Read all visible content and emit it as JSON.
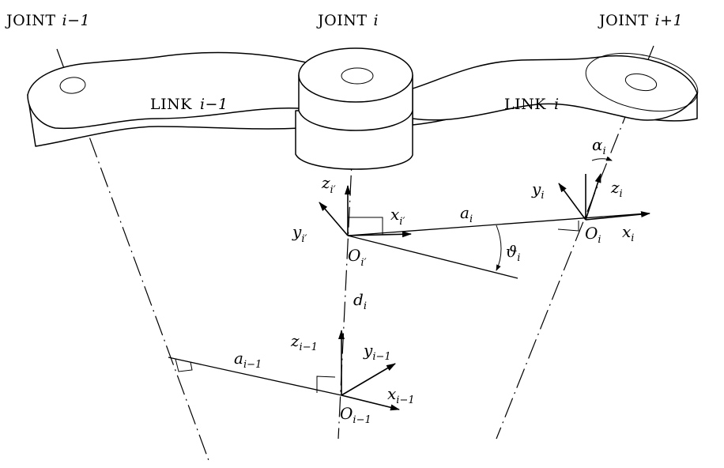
{
  "joints": {
    "prev": {
      "word": "JOINT",
      "idx": "i−1"
    },
    "curr": {
      "word": "JOINT",
      "idx": "i"
    },
    "next": {
      "word": "JOINT",
      "idx": "i+1"
    }
  },
  "links": {
    "prev": {
      "word": "LINK",
      "idx": "i−1"
    },
    "curr": {
      "word": "LINK",
      "idx": "i"
    }
  },
  "frame_i": {
    "z": {
      "base": "z",
      "sub": "i"
    },
    "y": {
      "base": "y",
      "sub": "i"
    },
    "x": {
      "base": "x",
      "sub": "i"
    },
    "origin": {
      "base": "O",
      "sub": "i"
    },
    "alpha": {
      "base": "α",
      "sub": "i"
    }
  },
  "frame_iprime": {
    "z": {
      "base": "z",
      "sub": "i′"
    },
    "y": {
      "base": "y",
      "sub": "i′"
    },
    "x": {
      "base": "x",
      "sub": "i′"
    },
    "origin": {
      "base": "O",
      "sub": "i′"
    }
  },
  "frame_im1": {
    "z": {
      "base": "z",
      "sub": "i−1"
    },
    "y": {
      "base": "y",
      "sub": "i−1"
    },
    "x": {
      "base": "x",
      "sub": "i−1"
    },
    "origin": {
      "base": "O",
      "sub": "i−1"
    }
  },
  "params": {
    "a_i": {
      "base": "a",
      "sub": "i"
    },
    "a_im1": {
      "base": "a",
      "sub": "i−1"
    },
    "d_i": {
      "base": "d",
      "sub": "i"
    },
    "theta_i": {
      "base": "ϑ",
      "sub": "i"
    }
  }
}
